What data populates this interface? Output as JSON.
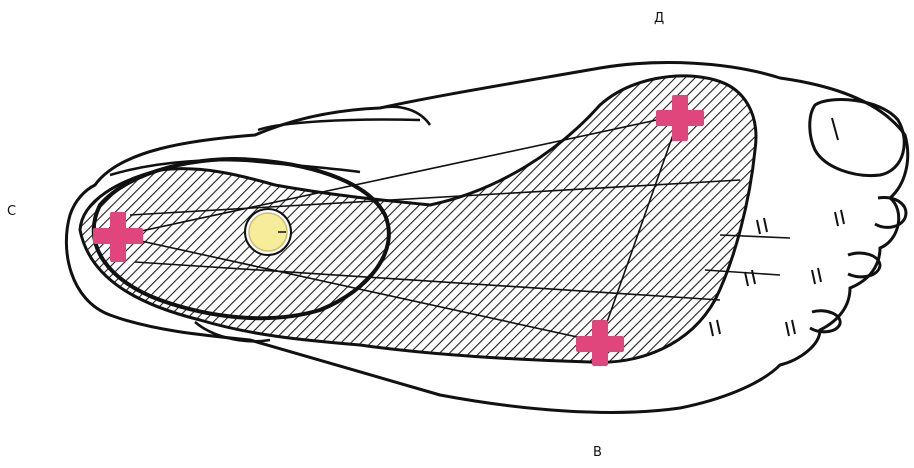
{
  "labels": {
    "a": "Д",
    "b": "В",
    "c": "С"
  },
  "colors": {
    "outline": "#111111",
    "hatch": "#222222",
    "cross": "#e0457b",
    "heel_dot": "#f6ec9a",
    "heel_dot_stroke": "#c9c070",
    "background": "#ffffff"
  },
  "icons": {
    "point_marker": "plus-cross-icon",
    "heel_marker": "circle-dot-icon"
  }
}
